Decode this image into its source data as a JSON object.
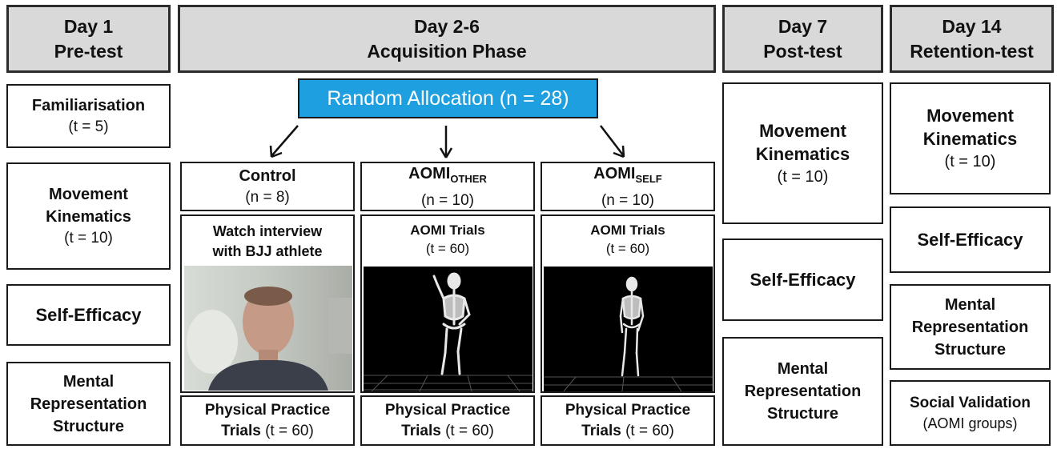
{
  "headers": {
    "day1": {
      "line1": "Day 1",
      "line2": "Pre-test"
    },
    "day2_6": {
      "line1": "Day 2-6",
      "line2": "Acquisition Phase"
    },
    "day7": {
      "line1": "Day 7",
      "line2": "Post-test"
    },
    "day14": {
      "line1": "Day 14",
      "line2": "Retention-test"
    }
  },
  "allocation": {
    "label": "Random Allocation (n = 28)",
    "color": "#1e9fe0"
  },
  "pretest": {
    "familiarisation": {
      "title": "Familiarisation",
      "detail": "(t = 5)"
    },
    "kinematics": {
      "line1": "Movement",
      "line2": "Kinematics",
      "detail": "(t = 10)"
    },
    "self_efficacy": {
      "title": "Self-Efficacy"
    },
    "mental": {
      "line1": "Mental",
      "line2": "Representation",
      "line3": "Structure"
    }
  },
  "groups": {
    "control": {
      "title": "Control",
      "n": "(n = 8)",
      "task_line1": "Watch interview",
      "task_line2": "with BJJ athlete",
      "practice_line1": "Physical Practice",
      "practice_bold": "Trials",
      "practice_detail": "(t = 60)"
    },
    "aomi_other": {
      "title": "AOMI",
      "title_sub": "OTHER",
      "n": "(n = 10)",
      "task_line1": "AOMI Trials",
      "task_detail": "(t = 60)",
      "practice_line1": "Physical Practice",
      "practice_bold": "Trials",
      "practice_detail": "(t = 60)"
    },
    "aomi_self": {
      "title": "AOMI",
      "title_sub": "SELF",
      "n": "(n = 10)",
      "task_line1": "AOMI Trials",
      "task_detail": "(t = 60)",
      "practice_line1": "Physical Practice",
      "practice_bold": "Trials",
      "practice_detail": "(t = 60)"
    }
  },
  "posttest": {
    "kinematics": {
      "line1": "Movement",
      "line2": "Kinematics",
      "detail": "(t = 10)"
    },
    "self_efficacy": {
      "title": "Self-Efficacy"
    },
    "mental": {
      "line1": "Mental",
      "line2": "Representation",
      "line3": "Structure"
    }
  },
  "retention": {
    "kinematics": {
      "line1": "Movement",
      "line2": "Kinematics",
      "detail": "(t = 10)"
    },
    "self_efficacy": {
      "title": "Self-Efficacy"
    },
    "mental": {
      "line1": "Mental",
      "line2": "Representation",
      "line3": "Structure"
    },
    "social": {
      "title": "Social Validation",
      "detail": "(AOMI groups)"
    }
  }
}
